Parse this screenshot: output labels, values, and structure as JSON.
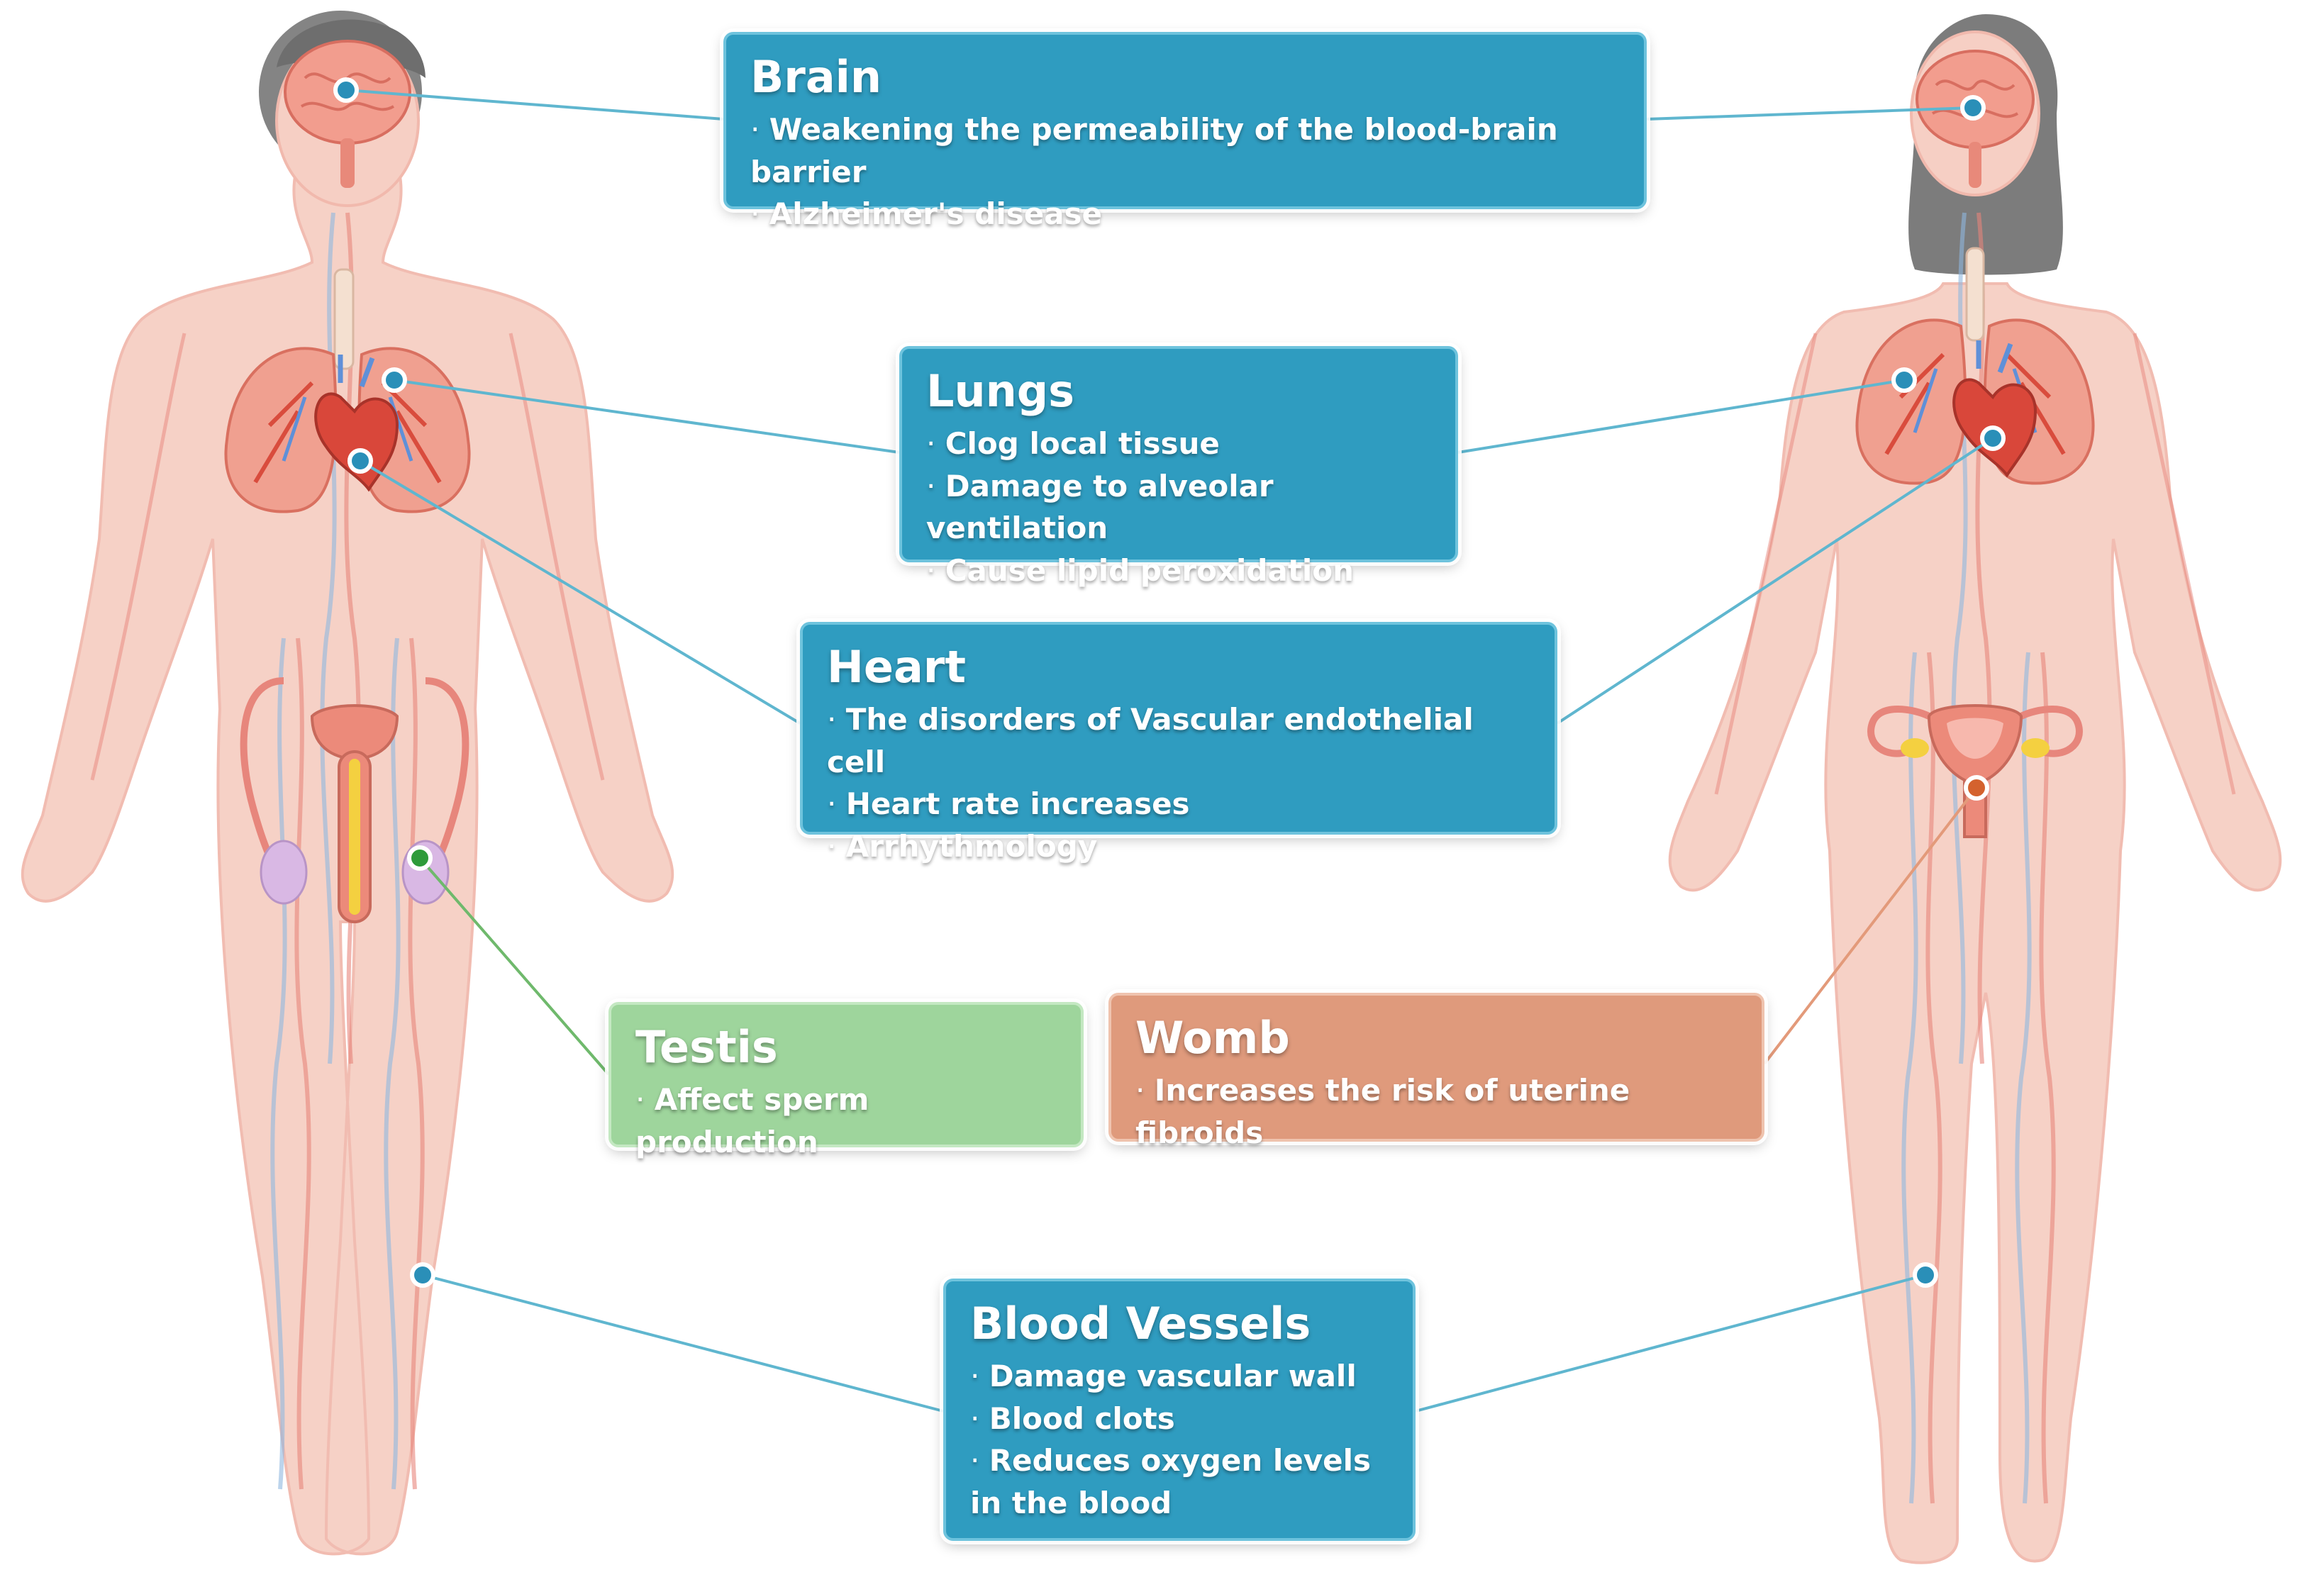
{
  "boxes": {
    "brain": {
      "title": "Brain",
      "items": [
        "Weakening the permeability of the blood-brain barrier",
        "Alzheimer's disease"
      ]
    },
    "lungs": {
      "title": "Lungs",
      "items": [
        "Clog local tissue",
        "Damage to alveolar ventilation",
        "Cause lipid peroxidation"
      ]
    },
    "heart": {
      "title": "Heart",
      "items": [
        "The disorders of Vascular endothelial cell",
        "Heart rate increases",
        "Arrhythmology"
      ]
    },
    "testis": {
      "title": "Testis",
      "items": [
        "Affect sperm production"
      ]
    },
    "womb": {
      "title": "Womb",
      "items": [
        "Increases the risk of uterine fibroids"
      ]
    },
    "blood_vessels": {
      "title": "Blood Vessels",
      "items": [
        "Damage vascular wall",
        "Blood clots",
        "Reduces oxygen levels in the blood"
      ]
    }
  },
  "colors": {
    "blue_box": "#2f9cc0",
    "green_box": "#9ed59c",
    "orange_box": "#df9a7c",
    "skin": "#f6cfc4",
    "hair": "#6e6e6e",
    "organ": "#e9746a",
    "vessel_blue": "#8fb8e0",
    "connector_blue": "#5fb6cf",
    "connector_green": "#6fb96c",
    "connector_orange": "#e39a7a"
  },
  "icons": [
    "male-body-figure",
    "female-body-figure",
    "brain-icon",
    "lungs-icon",
    "heart-icon",
    "male-reproductive-icon",
    "uterus-icon"
  ]
}
